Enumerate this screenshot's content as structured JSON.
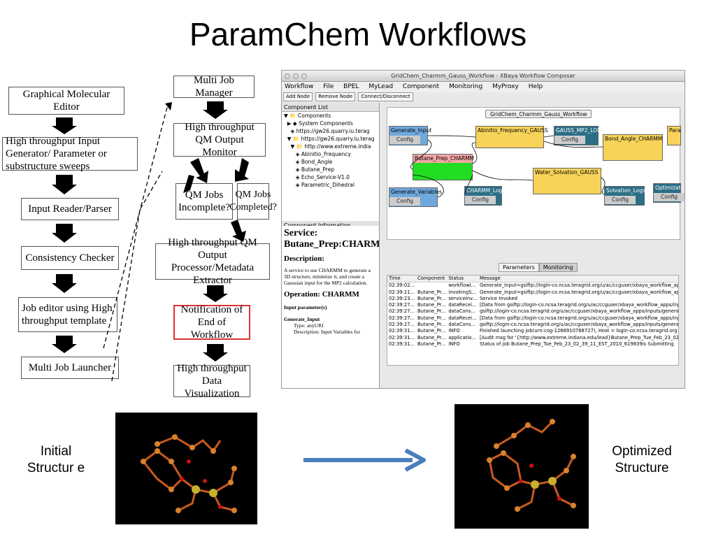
{
  "title": "ParamChem Workflows",
  "left_flow": [
    "Graphical Molecular Editor",
    "High throughput Input Generator/ Parameter or substructure sweeps",
    "Input Reader/Parser",
    "Consistency Checker",
    "Job editor using High throughput template",
    "Multi Job Launcher"
  ],
  "right_flow": {
    "manager": "Multi Job Manager",
    "monitor": "High throughput QM Output Monitor",
    "incomplete": "QM Jobs Incomplete?",
    "completed": "QM Jobs Completed?",
    "processor": "High throughput QM Output Processor/Metadata Extractor",
    "notification": "Notification of End of Workflow",
    "visualization": "High throughput Data Visualization"
  },
  "xbaya": {
    "window_title": "GridChem_Charmm_Gauss_Workflow - XBaya Workflow Composer",
    "menus": [
      "Workflow",
      "File",
      "BPEL",
      "MyLead",
      "Component",
      "Monitoring",
      "MyProxy",
      "Help"
    ],
    "toolbar": [
      "Add Node",
      "Remove Node",
      "Connect/Disconnect"
    ],
    "component_list_header": "Component List",
    "tree": [
      "Components",
      "System Components",
      "https://gw26.quarry.iu.terag",
      "https://gw26.quarry.iu.terag",
      "http://www.extreme.india",
      "Abinitio_Frequency",
      "Bond_Angle",
      "Butane_Prep",
      "Echo_Service-V1.0",
      "Parametric_Dihedral"
    ],
    "component_info_header": "Component Information",
    "service_title": "Service: Butane_Prep:CHARM",
    "description_label": "Description:",
    "description": "A service to use CHARMM to generate a 3D structure, minimize it, and create a Gaussian input for the MP2 calculation.",
    "operation": "Operation: CHARMM",
    "input_params": "Input parameter(s)",
    "generate_input": "Generate_Input",
    "type": "Type: anyURI",
    "param_desc": "Description: Input Variables for",
    "workflow_tab": "GridChem_Charmm_Gauss_Workflow",
    "nodes": {
      "generate_input": "Generate_Input",
      "abinitio": "Abinitio_Frequency_GAUSS",
      "gauss_mp2": "GAUSS_MP2_LOG",
      "bond_angle": "Bond_Angle_CHARMM",
      "para": "Para",
      "butane_prep": "Butane_Prep_CHARMM",
      "water": "Water_Solvation_GAUSS",
      "generate_variables": "Generate_Variables",
      "charmm_log": "CHARMM_Log",
      "solvation_logs": "Solvation_Logs",
      "optimiz": "Optimizat",
      "config": "Config"
    },
    "bottom_tabs": [
      "Parameters",
      "Monitoring"
    ],
    "log_headers": [
      "Time",
      "Component",
      "Status",
      "Message"
    ],
    "log_rows": [
      [
        "02:39:02...",
        "",
        "workflowI...",
        "Generate_Input=gsiftp://login-co.ncsa.teragrid.org/u/ac/ccguser/xbaya_workflow_app..."
      ],
      [
        "02:39:21...",
        "Butane_Pr...",
        "invokingS...",
        "Generate_Input=gsiftp://login-co.ncsa.teragrid.org/u/ac/ccguser/xbaya_workflow_app..."
      ],
      [
        "02:39:23...",
        "Butane_Pr...",
        "serviceInv...",
        "Service Invoked"
      ],
      [
        "02:39:27...",
        "Butane_Pr...",
        "dataRecei...",
        "[Data from gsiftp://login-co.ncsa.teragrid.org/u/ac/ccguser/xbaya_workflow_apps/inp..."
      ],
      [
        "02:39:27...",
        "Butane_Pr...",
        "dataCons...",
        "gsiftp://login-co.ncsa.teragrid.org/u/ac/ccguser/xbaya_workflow_apps/inputs/generat..."
      ],
      [
        "02:39:27...",
        "Butane_Pr...",
        "dataRecei...",
        "[Data from gsiftp://login-co.ncsa.teragrid.org/u/ac/ccguser/xbaya_workflow_apps/inp..."
      ],
      [
        "02:39:27...",
        "Butane_Pr...",
        "dataCons...",
        "gsiftp://login-co.ncsa.teragrid.org/u/ac/ccguser/xbaya_workflow_apps/inputs/generat..."
      ],
      [
        "02:39:31...",
        "Butane_Pr...",
        "INFO",
        "Finished launching job(urn:cog-1266910768727), Host = login-co.ncsa.teragrid.org R..."
      ],
      [
        "02:39:31...",
        "Butane_Pr...",
        "applicatio...",
        "[Audit msg for '{http://www.extreme.indiana.edu/lead}Butane_Prep_Tue_Feb_23_02_3..."
      ],
      [
        "02:39:31...",
        "Butane_Pr...",
        "INFO",
        "Status of job Butane_Prep_Tue_Feb_23_02_39_11_EST_2010_619839is Submitting"
      ]
    ]
  },
  "initial_caption": "Initial Structur e",
  "optimized_caption": "Optimized Structure",
  "colors": {
    "node_yellow": "#f7d35a",
    "node_blue": "#6fa8dc",
    "node_green": "#22dd22",
    "node_pink": "#f4a6a6",
    "node_teal": "#2c6e86",
    "arrow_blue": "#4a7ebb",
    "notify_border": "#dd3333"
  }
}
